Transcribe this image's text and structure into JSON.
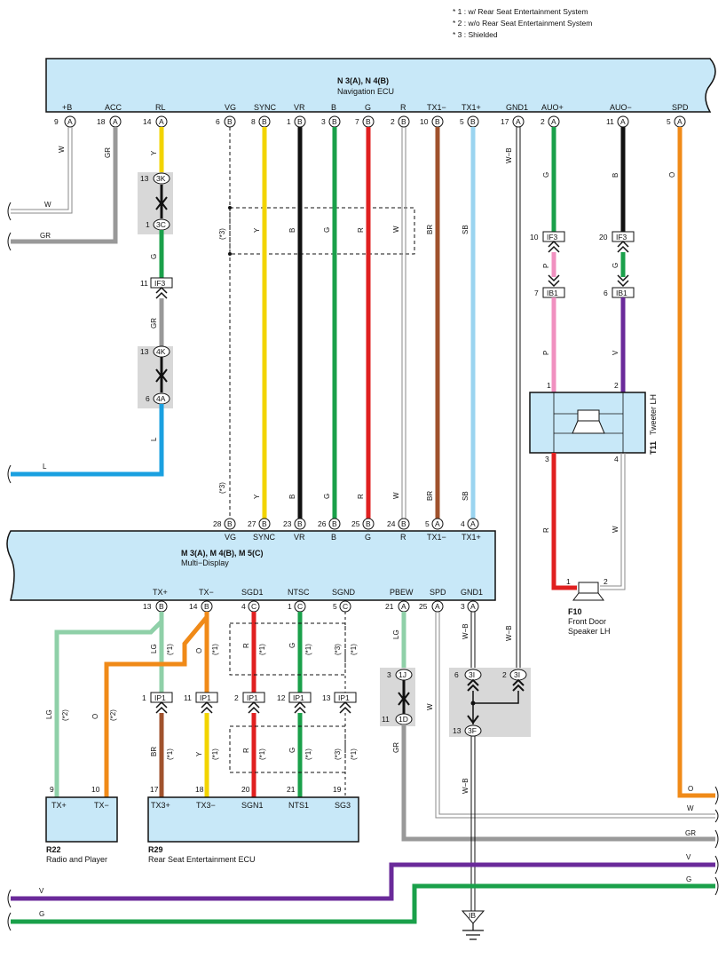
{
  "notes": [
    "* 1 : w/ Rear Seat Entertainment System",
    "* 2 : w/o Rear Seat Entertainment System",
    "* 3 : Shielded"
  ],
  "nav_ecu": {
    "title": "N 3(A), N 4(B)",
    "subtitle": "Navigation ECU",
    "pins": [
      {
        "label": "+B",
        "num": "9",
        "conn": "A",
        "wire": "W"
      },
      {
        "label": "ACC",
        "num": "18",
        "conn": "A",
        "wire": "GR"
      },
      {
        "label": "RL",
        "num": "14",
        "conn": "A",
        "wire": "Y"
      },
      {
        "label": "VG",
        "num": "6",
        "conn": "B",
        "wire": ""
      },
      {
        "label": "SYNC",
        "num": "8",
        "conn": "B",
        "wire": "Y"
      },
      {
        "label": "VR",
        "num": "1",
        "conn": "B",
        "wire": "B"
      },
      {
        "label": "B",
        "num": "3",
        "conn": "B",
        "wire": "G"
      },
      {
        "label": "G",
        "num": "7",
        "conn": "B",
        "wire": "R"
      },
      {
        "label": "R",
        "num": "2",
        "conn": "B",
        "wire": "W"
      },
      {
        "label": "TX1−",
        "num": "10",
        "conn": "B",
        "wire": "BR"
      },
      {
        "label": "TX1+",
        "num": "5",
        "conn": "B",
        "wire": "SB"
      },
      {
        "label": "GND1",
        "num": "17",
        "conn": "A",
        "wire": "W−B"
      },
      {
        "label": "AUO+",
        "num": "2",
        "conn": "A",
        "wire": "G"
      },
      {
        "label": "AUO−",
        "num": "11",
        "conn": "A",
        "wire": "B"
      },
      {
        "label": "SPD",
        "num": "5",
        "conn": "A",
        "wire": "O"
      }
    ]
  },
  "multi_display": {
    "title": "M 3(A), M 4(B), M 5(C)",
    "subtitle": "Multi−Display",
    "top_pins": [
      {
        "label": "VG",
        "num": "28",
        "conn": "B"
      },
      {
        "label": "SYNC",
        "num": "27",
        "conn": "B"
      },
      {
        "label": "VR",
        "num": "23",
        "conn": "B"
      },
      {
        "label": "B",
        "num": "26",
        "conn": "B"
      },
      {
        "label": "G",
        "num": "25",
        "conn": "B"
      },
      {
        "label": "R",
        "num": "24",
        "conn": "B"
      },
      {
        "label": "TX1−",
        "num": "5",
        "conn": "A"
      },
      {
        "label": "TX1+",
        "num": "4",
        "conn": "A"
      }
    ],
    "bottom_pins": [
      {
        "label": "TX+",
        "num": "13",
        "conn": "B"
      },
      {
        "label": "TX−",
        "num": "14",
        "conn": "B"
      },
      {
        "label": "SGD1",
        "num": "4",
        "conn": "C"
      },
      {
        "label": "NTSC",
        "num": "1",
        "conn": "C"
      },
      {
        "label": "SGND",
        "num": "5",
        "conn": "C"
      },
      {
        "label": "PBEW",
        "num": "21",
        "conn": "A"
      },
      {
        "label": "SPD",
        "num": "25",
        "conn": "A"
      },
      {
        "label": "GND1",
        "num": "3",
        "conn": "A"
      }
    ]
  },
  "tweeter": {
    "code": "T11",
    "name": "Tweeter LH",
    "pin1": "1",
    "pin2": "2",
    "pin3": "3",
    "pin4": "4"
  },
  "speaker": {
    "code": "F10",
    "name1": "Front Door",
    "name2": "Speaker LH",
    "pin1": "1",
    "pin2": "2"
  },
  "radio": {
    "code": "R22",
    "name": "Radio and Player",
    "pins": [
      {
        "label": "TX+",
        "num": "9"
      },
      {
        "label": "TX−",
        "num": "10"
      }
    ]
  },
  "rse_ecu": {
    "code": "R29",
    "name": "Rear Seat Entertainment ECU",
    "pins": [
      {
        "label": "TX3+",
        "num": "17"
      },
      {
        "label": "TX3−",
        "num": "18"
      },
      {
        "label": "SGN1",
        "num": "20"
      },
      {
        "label": "NTS1",
        "num": "21"
      },
      {
        "label": "SG3",
        "num": "19"
      }
    ]
  },
  "connectors": {
    "c3K": "3K",
    "c3C": "3C",
    "cIF3": "IF3",
    "c4K": "4K",
    "c4A": "4A",
    "cIB1": "IB1",
    "cIP1": "IP1",
    "c1J": "1J",
    "c1D": "1D",
    "c3I": "3I",
    "c3F": "3F",
    "ground": "IB"
  },
  "numbers": {
    "n13": "13",
    "n1": "1",
    "n11": "11",
    "n6": "6",
    "n10": "10",
    "n20": "20",
    "n7": "7",
    "n2": "2",
    "n12": "12",
    "n3": "3"
  },
  "wire_labels": {
    "W": "W",
    "GR": "GR",
    "Y": "Y",
    "G": "G",
    "L": "L",
    "B": "B",
    "R": "R",
    "BR": "BR",
    "SB": "SB",
    "WB": "W−B",
    "O": "O",
    "P": "P",
    "V": "V",
    "LG": "LG"
  },
  "marks": {
    "s1": "(*1)",
    "s2": "(*2)",
    "s3": "(*3)"
  }
}
